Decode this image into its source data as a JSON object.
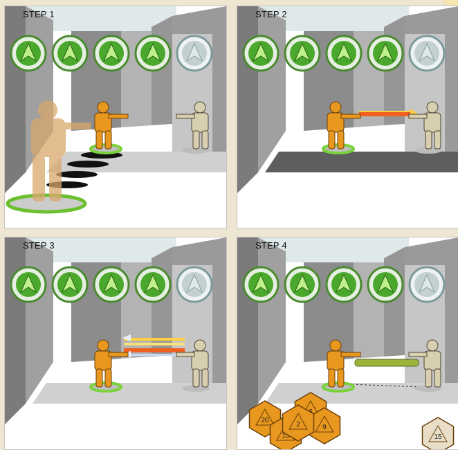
{
  "panels": [
    {
      "label": "STEP 1"
    },
    {
      "label": "STEP 2"
    },
    {
      "label": "STEP 3"
    },
    {
      "label": "STEP 4"
    }
  ],
  "action_points": {
    "total": 5,
    "available": 4
  },
  "dice": [
    "20",
    "6",
    "15",
    "9",
    "2",
    "15"
  ],
  "colors": {
    "active_soldier": "#e8971f",
    "enemy_soldier": "#d8ceb0",
    "action_green": "#4aa82c",
    "action_spent": "#9fb4b4",
    "laser": "#f06020",
    "wall_dark": "#7b7b7b",
    "wall_light": "#bdbdbd",
    "floor": "#d8d8d8"
  }
}
